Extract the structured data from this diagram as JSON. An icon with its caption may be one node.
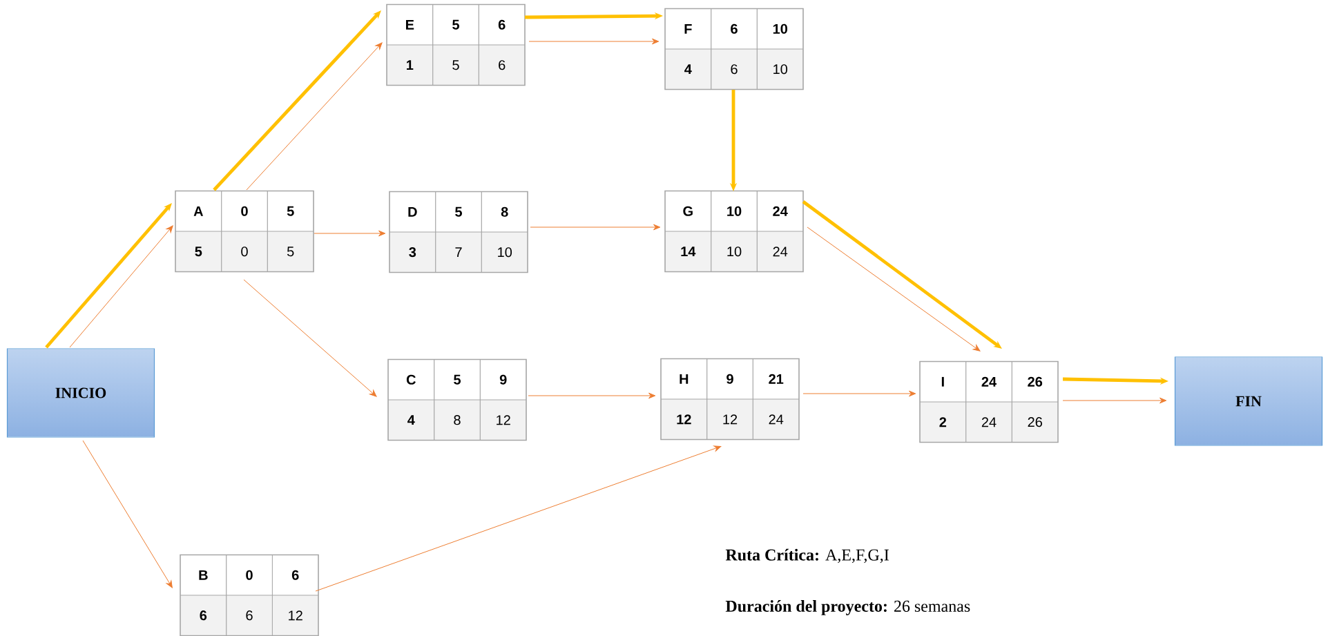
{
  "diagram": {
    "nodes": [
      {
        "text": [
          "INICIO"
        ]
      },
      {
        "text": [
          "A",
          "0",
          "5",
          "5",
          "0",
          "5"
        ]
      },
      {
        "text": [
          "B",
          "0",
          "6",
          "6",
          "6",
          "12"
        ]
      },
      {
        "text": [
          "C",
          "5",
          "9",
          "4",
          "8",
          "12"
        ]
      },
      {
        "text": [
          "D",
          "5",
          "8",
          "3",
          "7",
          "10"
        ]
      },
      {
        "text": [
          "E",
          "5",
          "6",
          "1",
          "5",
          "6"
        ]
      },
      {
        "text": [
          "F",
          "6",
          "10",
          "4",
          "6",
          "10"
        ]
      },
      {
        "text": [
          "G",
          "10",
          "24",
          "14",
          "10",
          "24"
        ]
      },
      {
        "text": [
          "H",
          "9",
          "21",
          "12",
          "12",
          "24"
        ]
      },
      {
        "text": [
          "I",
          "24",
          "26",
          "2",
          "24",
          "26"
        ]
      },
      {
        "text": [
          "FIN"
        ]
      }
    ],
    "edges": [
      {
        "from": 0,
        "to": 1,
        "arrow": "to",
        "style": "thick",
        "color": "#ffc000"
      },
      {
        "from": 0,
        "to": 1,
        "arrow": "to"
      },
      {
        "from": 1,
        "to": 5,
        "arrow": "to",
        "style": "thick",
        "color": "#ffc000"
      },
      {
        "from": 1,
        "to": 5,
        "arrow": "to"
      },
      {
        "from": 5,
        "to": 6,
        "arrow": "to",
        "style": "thick",
        "color": "#ffc000"
      },
      {
        "from": 5,
        "to": 6,
        "arrow": "to"
      },
      {
        "from": 6,
        "to": 7,
        "arrow": "to",
        "style": "thick",
        "color": "#ffc000"
      },
      {
        "from": 7,
        "to": 9,
        "arrow": "to",
        "style": "thick",
        "color": "#ffc000"
      },
      {
        "from": 7,
        "to": 9,
        "arrow": "to"
      },
      {
        "from": 9,
        "to": 10,
        "arrow": "to",
        "style": "thick",
        "color": "#ffc000"
      },
      {
        "from": 9,
        "to": 10,
        "arrow": "to"
      },
      {
        "from": 1,
        "to": 4,
        "arrow": "to"
      },
      {
        "from": 4,
        "to": 7,
        "arrow": "to"
      },
      {
        "from": 1,
        "to": 3,
        "arrow": "to"
      },
      {
        "from": 3,
        "to": 8,
        "arrow": "to"
      },
      {
        "from": 8,
        "to": 9,
        "arrow": "to"
      },
      {
        "from": 0,
        "to": 2,
        "arrow": "to"
      },
      {
        "from": 2,
        "to": 8,
        "arrow": "to"
      }
    ],
    "labels": [
      "**Ruta Crítica:** A,E,F,G,I",
      "**Duración del proyecto:** 26 semanas"
    ]
  }
}
